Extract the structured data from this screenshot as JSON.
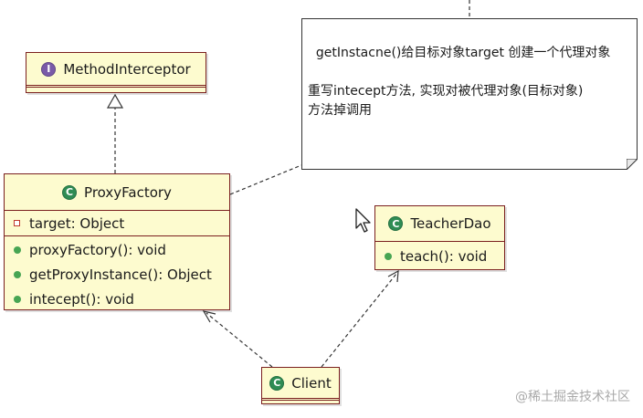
{
  "diagram": {
    "classes": {
      "method_interceptor": {
        "stereotype": "I",
        "name": "MethodInterceptor"
      },
      "proxy_factory": {
        "stereotype": "C",
        "name": "ProxyFactory",
        "fields": [
          "target: Object"
        ],
        "methods": [
          "proxyFactory(): void",
          "getProxyInstance(): Object",
          "intecept(): void"
        ]
      },
      "teacher_dao": {
        "stereotype": "C",
        "name": "TeacherDao",
        "methods": [
          "teach(): void"
        ]
      },
      "client": {
        "stereotype": "C",
        "name": "Client"
      }
    },
    "note": {
      "text": "getInstacne()给目标对象target 创建一个代理对象\n\n重写intecept方法, 实现对被代理对象(目标对象)\n方法掉调用"
    }
  },
  "watermark": "@稀土掘金技术社区",
  "colors": {
    "class_fill": "#fdfbcf",
    "class_border": "#7a1f1f",
    "class_badge": "#2f8c54",
    "interface_badge": "#7a5aa8",
    "method_dot": "#47a553"
  }
}
